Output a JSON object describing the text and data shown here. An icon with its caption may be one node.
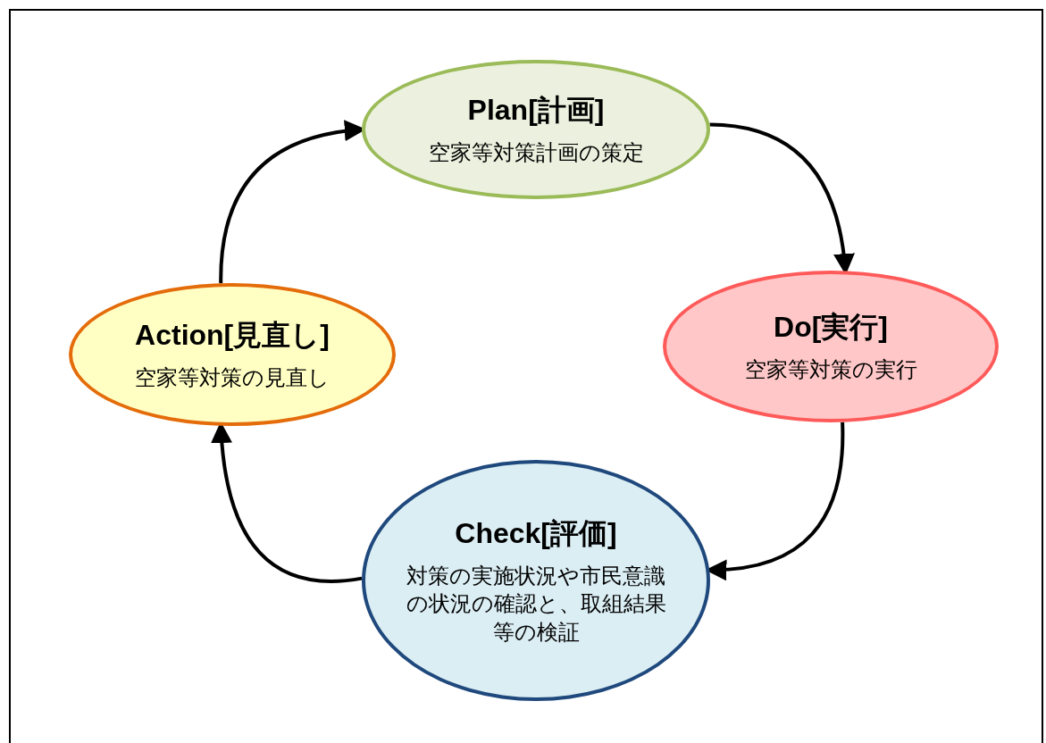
{
  "diagram": {
    "nodes": [
      {
        "text": [
          "Plan[計画]",
          "空家等対策計画の策定"
        ]
      },
      {
        "text": [
          "Do[実行]",
          "空家等対策の実行"
        ]
      },
      {
        "text": [
          "Check[評価]",
          "対策の実施状況や市民意識の状況の確認と、取組結果等の検証"
        ]
      },
      {
        "text": [
          "Action[見直し]",
          "空家等対策の見直し"
        ]
      }
    ],
    "edges": [
      {
        "from": 0,
        "to": 1,
        "arrow": "to"
      },
      {
        "from": 1,
        "to": 2,
        "arrow": "to"
      },
      {
        "from": 2,
        "to": 3,
        "arrow": "to"
      },
      {
        "from": 3,
        "to": 0,
        "arrow": "to"
      }
    ]
  }
}
